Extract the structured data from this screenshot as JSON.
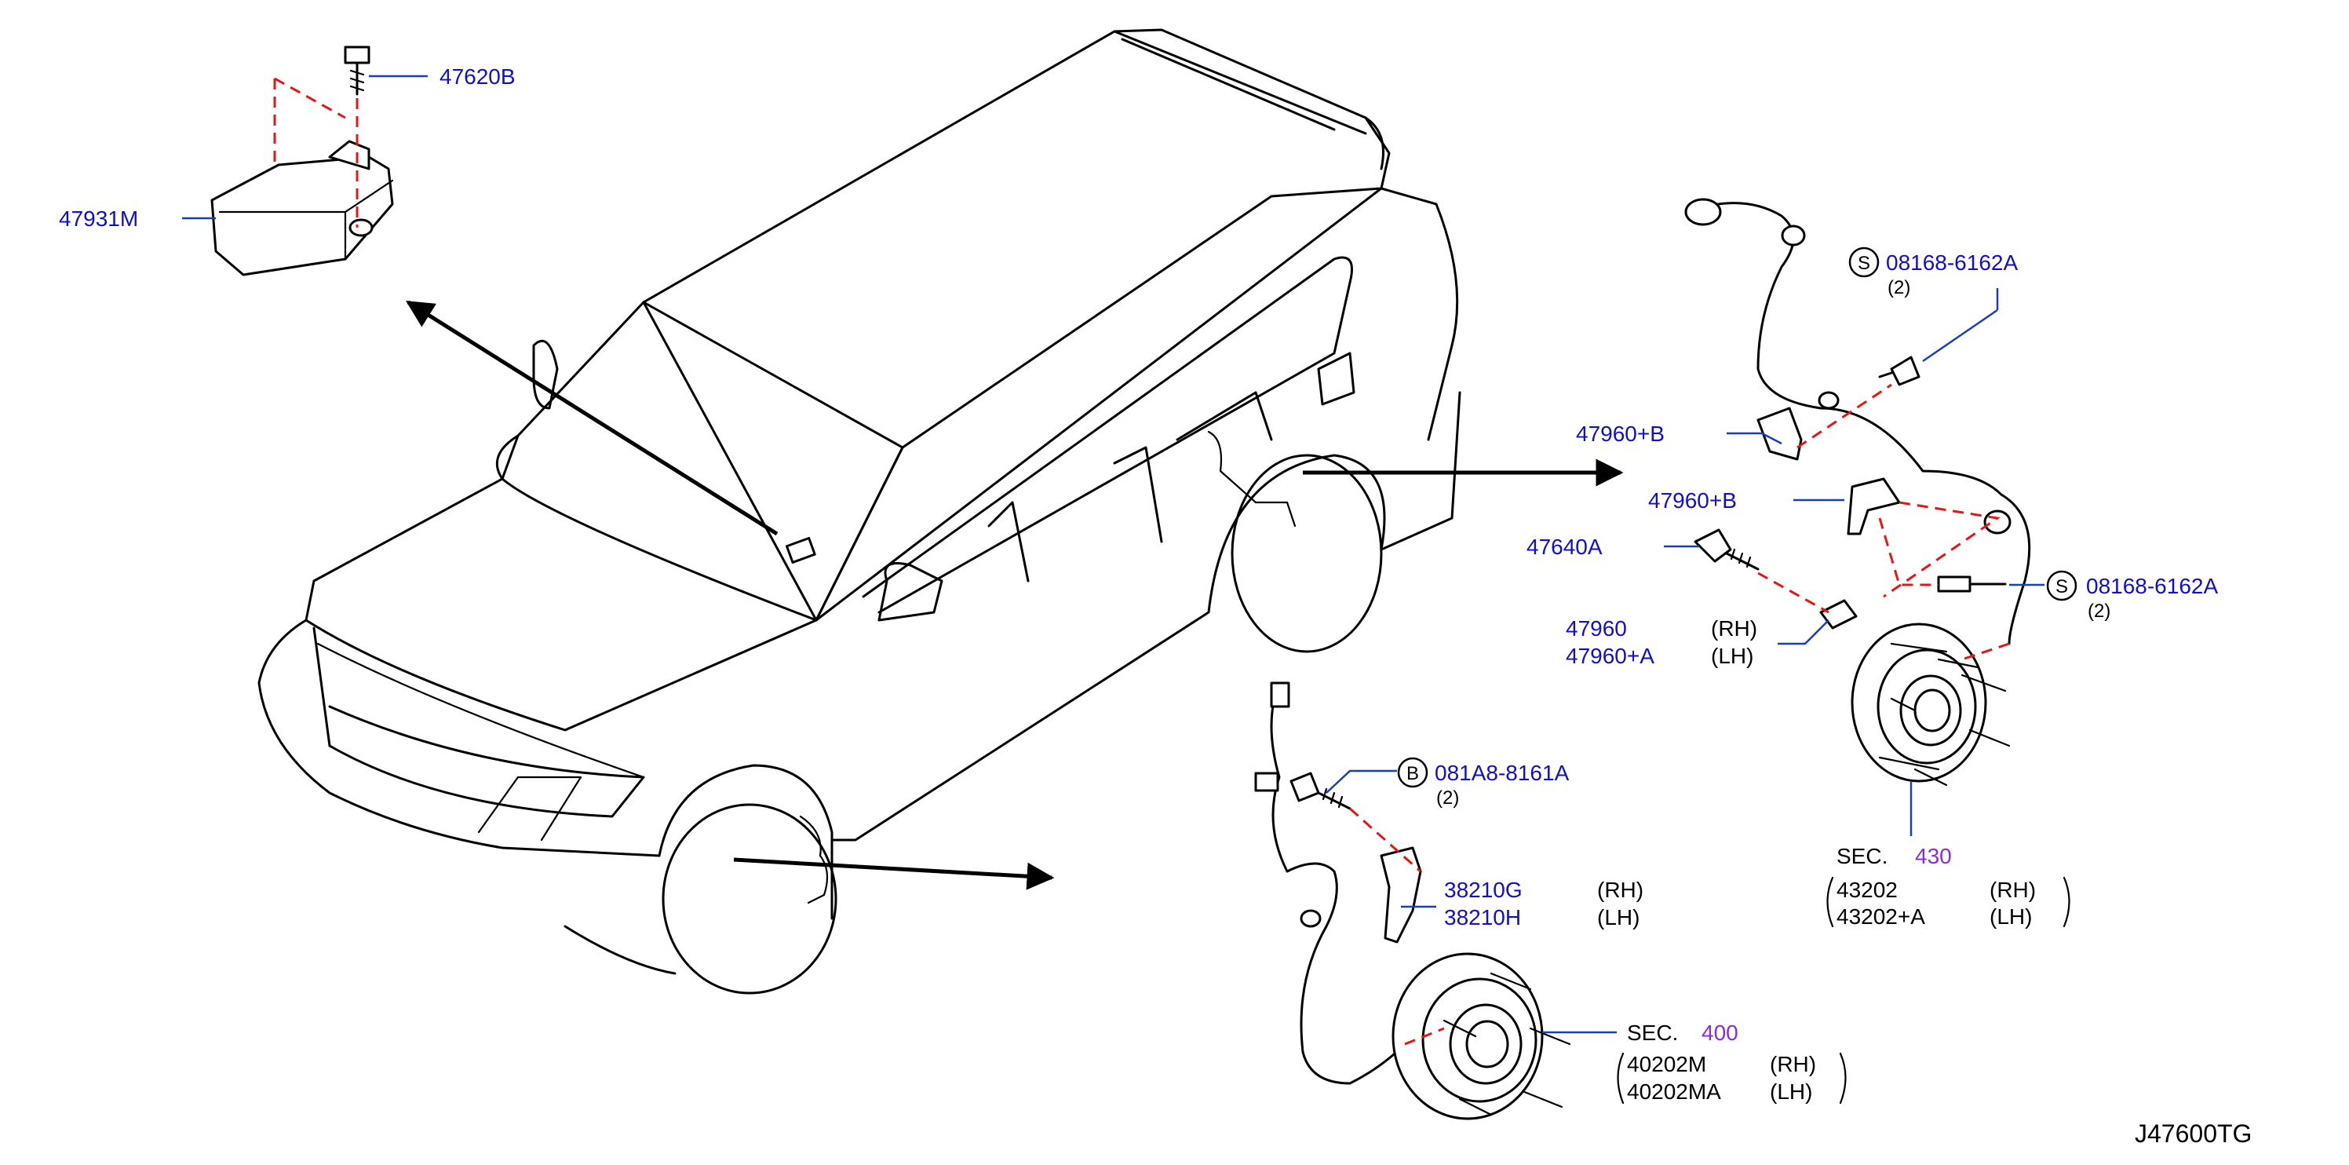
{
  "diagram_code": "J47600TG",
  "colors": {
    "part_number": "#1010c8",
    "section_number": "#8a2be2",
    "leader_line": "#1a3fb5",
    "fit_line": "#e01818",
    "drawing": "#000000"
  },
  "parts": {
    "p47620B": {
      "number": "47620B"
    },
    "p47931M": {
      "number": "47931M"
    },
    "p08168_top": {
      "badge": "S",
      "number": "08168-6162A",
      "qty": "(2)"
    },
    "p47960B_bracket": {
      "number": "47960+B"
    },
    "p47960B_clip": {
      "number": "47960+B"
    },
    "p47640A": {
      "number": "47640A"
    },
    "p08168_right": {
      "badge": "S",
      "number": "08168-6162A",
      "qty": "(2)"
    },
    "p47960": {
      "number_rh": "47960",
      "side_rh": "(RH)",
      "number_lh": "47960+A",
      "side_lh": "(LH)"
    },
    "sec430": {
      "label": "SEC.",
      "section": "430",
      "number_rh": "43202",
      "side_rh": "(RH)",
      "number_lh": "43202+A",
      "side_lh": "(LH)"
    },
    "p081A8": {
      "badge": "B",
      "number": "081A8-8161A",
      "qty": "(2)"
    },
    "p38210": {
      "number_rh": "38210G",
      "side_rh": "(RH)",
      "number_lh": "38210H",
      "side_lh": "(LH)"
    },
    "sec400": {
      "label": "SEC.",
      "section": "400",
      "number_rh": "40202M",
      "side_rh": "(RH)",
      "number_lh": "40202MA",
      "side_lh": "(LH)"
    }
  }
}
